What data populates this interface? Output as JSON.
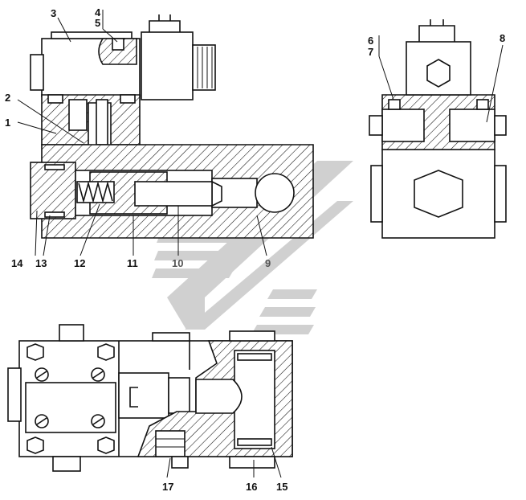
{
  "diagram": {
    "callouts": {
      "c1": "1",
      "c2": "2",
      "c3": "3",
      "c4": "4",
      "c5": "5",
      "c6": "6",
      "c7": "7",
      "c8": "8",
      "c9": "9",
      "c10": "10",
      "c11": "11",
      "c12": "12",
      "c13": "13",
      "c14": "14",
      "c15": "15",
      "c16": "16",
      "c17": "17"
    },
    "colors": {
      "line": "#111111",
      "watermark": "#c8c8c8",
      "background": "#ffffff"
    },
    "icons": [
      "hex-bolt-icon",
      "slotted-screw-icon",
      "electrical-connector-icon",
      "hatched-section-icon",
      "watermark-logo-icon"
    ]
  }
}
